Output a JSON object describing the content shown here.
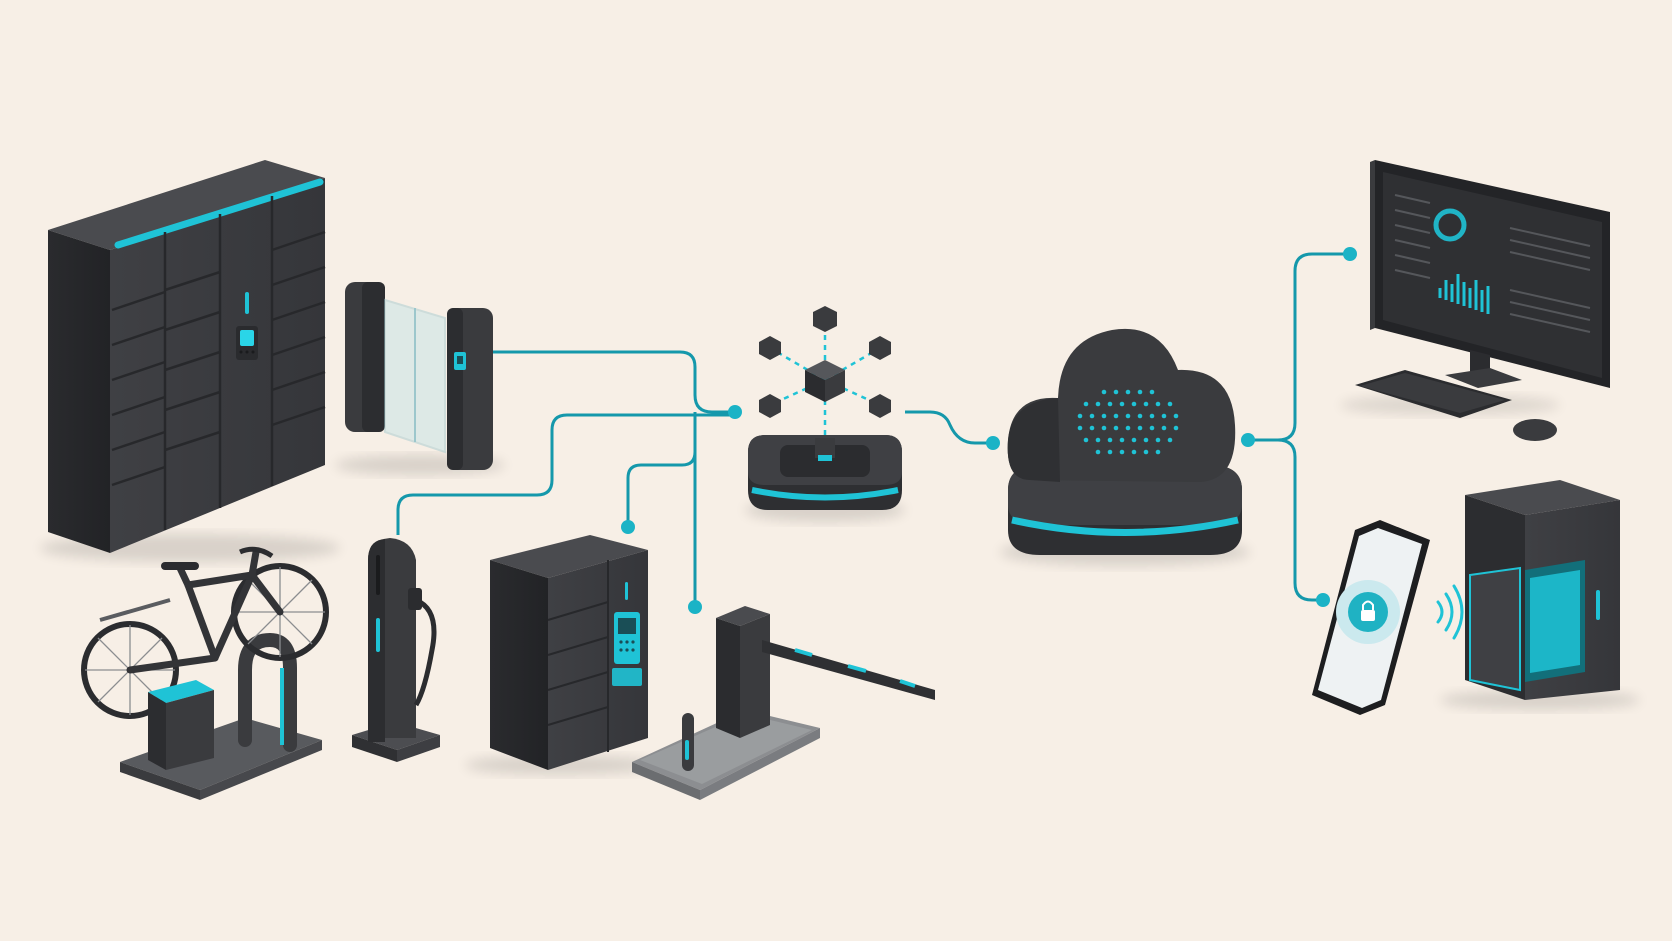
{
  "diagram": {
    "type": "iot-access-network-illustration",
    "theme": {
      "background": "#f7efe6",
      "device": "#3a3b3e",
      "device_dark": "#2b2c2f",
      "device_light": "#4d4e52",
      "accent": "#1fc3d6",
      "link": "#1598ab"
    },
    "nodes": [
      {
        "id": "parcel-locker",
        "icon": "parcel-locker-icon"
      },
      {
        "id": "turnstile-gate",
        "icon": "turnstile-gate-icon"
      },
      {
        "id": "bike-station",
        "icon": "bike-station-icon"
      },
      {
        "id": "ev-charger",
        "icon": "ev-charger-icon"
      },
      {
        "id": "locker-kiosk",
        "icon": "locker-kiosk-icon"
      },
      {
        "id": "barrier-gate",
        "icon": "barrier-gate-icon"
      },
      {
        "id": "iot-hub",
        "icon": "cube-network-hub-icon"
      },
      {
        "id": "cloud-server",
        "icon": "cloud-icon"
      },
      {
        "id": "dashboard-monitor",
        "icon": "monitor-dashboard-icon"
      },
      {
        "id": "smartphone-app",
        "icon": "smartphone-lock-icon"
      },
      {
        "id": "smart-locker-box",
        "icon": "smart-locker-box-icon"
      }
    ],
    "edges": [
      {
        "from": "turnstile-gate",
        "to": "iot-hub"
      },
      {
        "from": "ev-charger",
        "to": "iot-hub"
      },
      {
        "from": "locker-kiosk",
        "to": "iot-hub"
      },
      {
        "from": "barrier-gate",
        "to": "iot-hub"
      },
      {
        "from": "iot-hub",
        "to": "cloud-server"
      },
      {
        "from": "cloud-server",
        "to": "dashboard-monitor"
      },
      {
        "from": "cloud-server",
        "to": "smartphone-app"
      },
      {
        "from": "smartphone-app",
        "to": "smart-locker-box",
        "style": "wireless-signal"
      }
    ]
  }
}
